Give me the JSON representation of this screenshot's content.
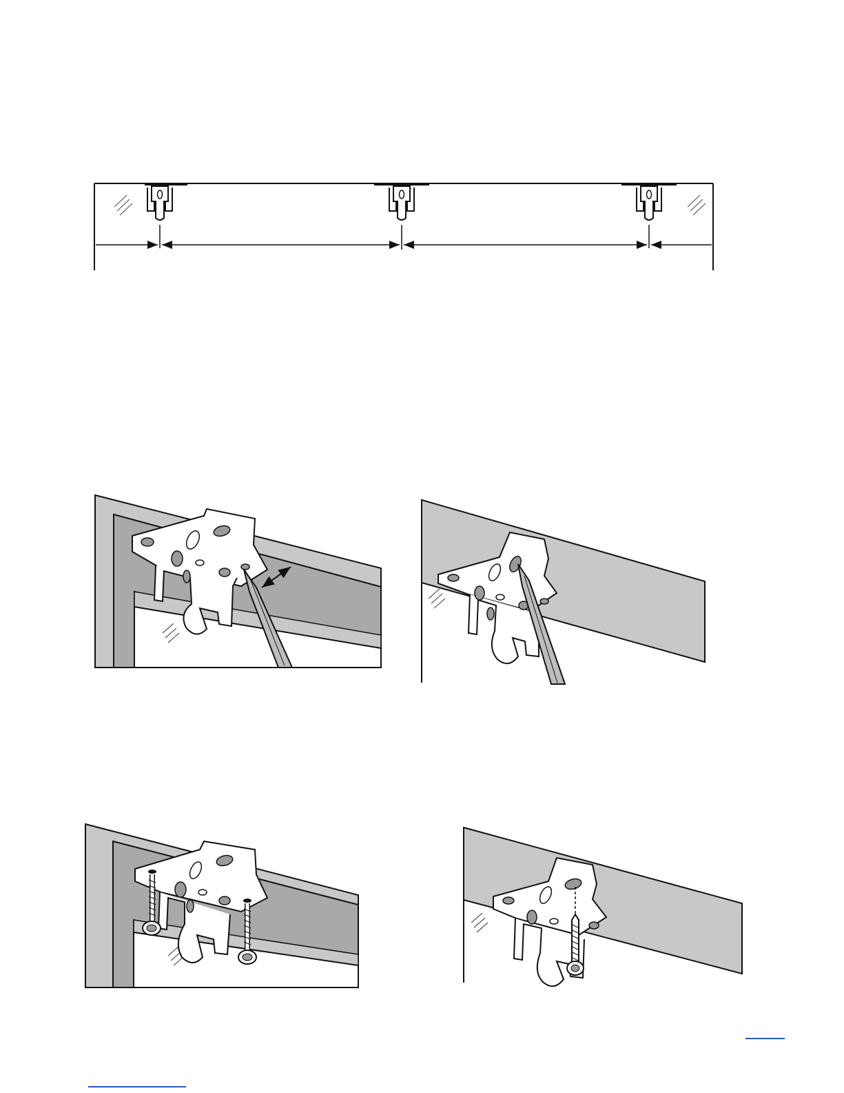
{
  "document": {
    "figures": [
      {
        "id": "bracket-spacing",
        "icon": "bracket-spacing-diagram",
        "brackets": 3
      },
      {
        "id": "inside-mount-mark",
        "icon": "inside-mount-pencil-mark-diagram"
      },
      {
        "id": "outside-mount-mark",
        "icon": "outside-mount-pencil-mark-diagram"
      },
      {
        "id": "inside-mount-screw",
        "icon": "inside-mount-screw-diagram"
      },
      {
        "id": "outside-mount-screw",
        "icon": "outside-mount-screw-diagram"
      }
    ],
    "links": [
      {
        "name": "page-link-right",
        "color": "#1f5fc4"
      },
      {
        "name": "page-link-bottom",
        "color": "#1f5fc4"
      }
    ],
    "colors": {
      "line": "#111111",
      "wall": "#c8c8c8",
      "recess": "#a9a9a9",
      "bracket": "#ffffff",
      "slot": "#9a9a9a",
      "pencil": "#bdbdbd"
    }
  }
}
